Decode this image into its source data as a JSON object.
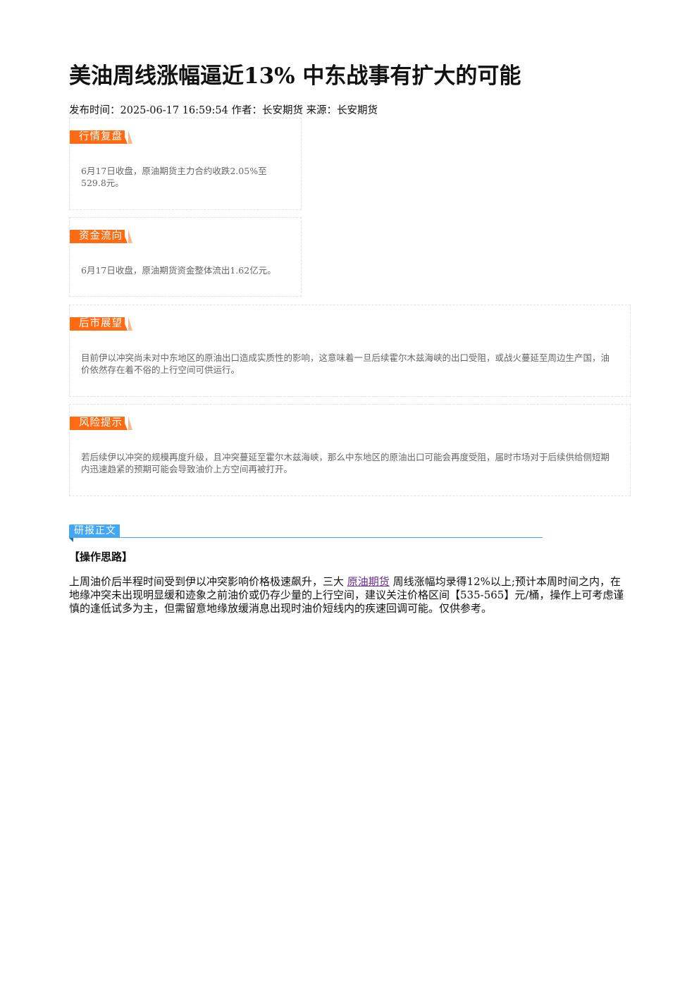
{
  "article": {
    "title": "美油周线涨幅逼近13% 中东战事有扩大的可能",
    "meta": {
      "publish_label": "发布时间：",
      "publish_time": "2025-06-17 16:59:54",
      "author_label": "作者：",
      "author": "长安期货",
      "source_label": "来源：",
      "source": "长安期货"
    }
  },
  "cards": [
    {
      "tag": "行情复盘",
      "text": "6月17日收盘，原油期货主力合约收跌2.05%至529.8元。"
    },
    {
      "tag": "资金流向",
      "text": "6月17日收盘，原油期货资金整体流出1.62亿元。"
    },
    {
      "tag": "后市展望",
      "text": "目前伊以冲突尚未对中东地区的原油出口造成实质性的影响，这意味着一旦后续霍尔木兹海峡的出口受阻，或战火蔓延至周边生产国，油价依然存在着不俗的上行空间可供运行。"
    },
    {
      "tag": "风险提示",
      "text": "若后续伊以冲突的规模再度升级，且冲突蔓延至霍尔木兹海峡，那么中东地区的原油出口可能会再度受阻，届时市场对于后续供给侧短期内迅速趋紧的预期可能会导致油价上方空间再被打开。"
    }
  ],
  "report": {
    "section_label": "研报正文",
    "heading": "【操作思路】",
    "body_before_link": "上周油价后半程时间受到伊以冲突影响价格极速飙升，三大 ",
    "link_text": "原油期货",
    "body_after_link": " 周线涨幅均录得12%以上;预计本周时间之内，在地缘冲突未出现明显缓和迹象之前油价或仍存少量的上行空间，建议关注价格区间【535-565】元/桶，操作上可考虑谨慎的逢低试多为主，但需留意地缘放缓消息出现时油价短线内的疾速回调可能。仅供参考。"
  },
  "colors": {
    "tag_orange": "#ff6a13",
    "section_blue": "#43a7f5",
    "link_purple": "#6a2b8e"
  }
}
